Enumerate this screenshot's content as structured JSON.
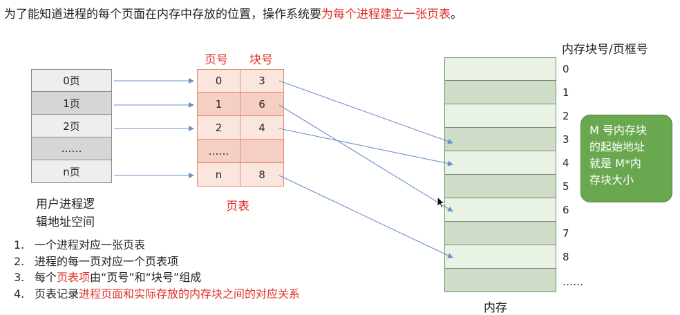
{
  "intro": {
    "text": "为了能知道进程的每个页面在内存中存放的位置，操作系统要",
    "highlight": "为每个进程建立一张页表",
    "end": "。"
  },
  "process": {
    "pages": [
      "0页",
      "1页",
      "2页",
      "……",
      "n页"
    ],
    "label_line1": "用户进程逻",
    "label_line2": "辑地址空间"
  },
  "page_table": {
    "header_page": "页号",
    "header_block": "块号",
    "rows": [
      {
        "page": "0",
        "block": "3"
      },
      {
        "page": "1",
        "block": "6"
      },
      {
        "page": "2",
        "block": "4"
      },
      {
        "page": "……",
        "block": ""
      },
      {
        "page": "n",
        "block": "8"
      }
    ],
    "label": "页表"
  },
  "memory": {
    "header": "内存块号/页框号",
    "block_numbers": [
      "0",
      "1",
      "2",
      "3",
      "4",
      "5",
      "6",
      "7",
      "8",
      "……"
    ],
    "label": "内存"
  },
  "callout": {
    "lines": [
      "M 号内存块",
      "的起始地址",
      "就是 M*内",
      "存块大小"
    ]
  },
  "notes": [
    {
      "num": "1.",
      "a": "一个进程对应一张页表",
      "hl": "",
      "b": ""
    },
    {
      "num": "2.",
      "a": "进程的每一页对应一个页表项",
      "hl": "",
      "b": ""
    },
    {
      "num": "3.",
      "a": "每个",
      "hl": "页表项",
      "b": "由“页号”和“块号”组成"
    },
    {
      "num": "4.",
      "a": "页表记录",
      "hl": "进程页面和实际存放的内存块之间的对应关系",
      "b": ""
    }
  ],
  "colors": {
    "highlight": "#e0302a",
    "arrow": "#6a90c8",
    "callout": "#6aa84f",
    "memory_block": "#cfdcc8",
    "page_table_cell": "#fbe6df"
  }
}
